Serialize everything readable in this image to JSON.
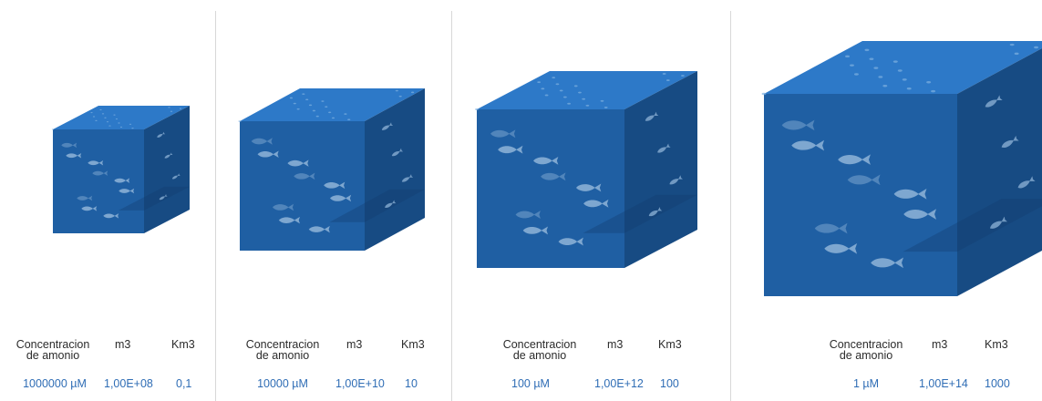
{
  "colors": {
    "front": "#1f5fa3",
    "side": "#174b83",
    "top": "#2d79c8",
    "fish": "#8fb4d8",
    "value_text": "#2f6db5"
  },
  "panels": [
    {
      "concentration_label": "Concentracion",
      "concentration_label2": "de amonio",
      "m3_label": "m3",
      "km3_label": "Km3",
      "concentration": "1000000 µM",
      "m3": "1,00E+08",
      "km3": "0,1"
    },
    {
      "concentration_label": "Concentracion",
      "concentration_label2": "de amonio",
      "m3_label": "m3",
      "km3_label": "Km3",
      "concentration": "10000 µM",
      "m3": "1,00E+10",
      "km3": "10"
    },
    {
      "concentration_label": "Concentracion",
      "concentration_label2": "de amonio",
      "m3_label": "m3",
      "km3_label": "Km3",
      "concentration": "100 µM",
      "m3": "1,00E+12",
      "km3": "100"
    },
    {
      "concentration_label": "Concentracion",
      "concentration_label2": "de amonio",
      "m3_label": "m3",
      "km3_label": "Km3",
      "concentration": "1 µM",
      "m3": "1,00E+14",
      "km3": "1000"
    }
  ]
}
